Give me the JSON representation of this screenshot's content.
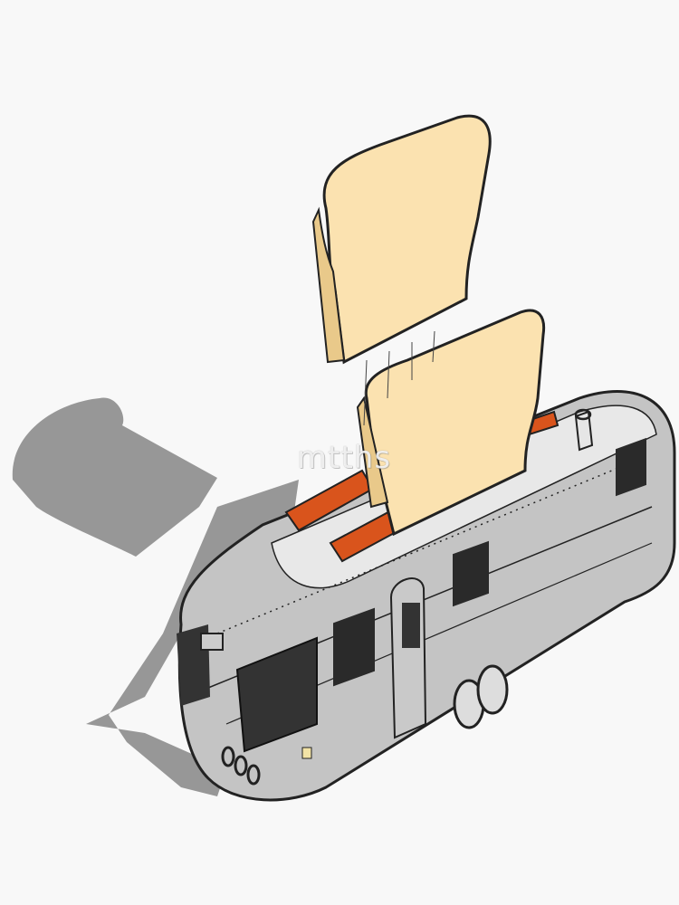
{
  "artwork": {
    "subject": "toaster shaped like a vintage aluminum travel trailer with two slices of toast popping out",
    "style": "hand-drawn ink sketch with flat color",
    "watermark": "mtths"
  },
  "colors": {
    "background": "#f8f8f8",
    "shadow": "#979797",
    "trailer_body": "#c4c4c4",
    "trailer_highlight": "#ececec",
    "ink": "#222222",
    "toast": "#fbe2b0",
    "toast_crust": "#f3d79c",
    "slot_glow": "#d9541c",
    "lamp": "#f2e3a6"
  }
}
